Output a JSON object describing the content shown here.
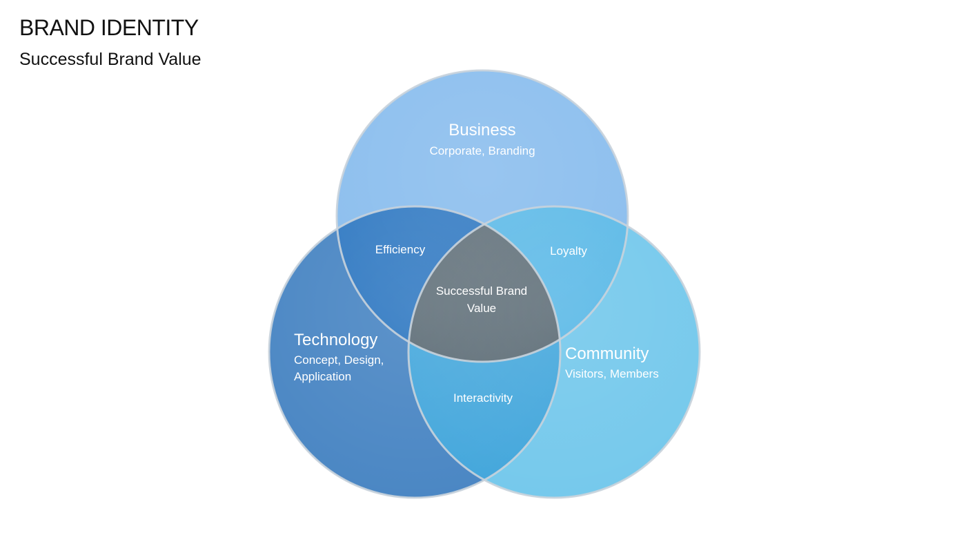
{
  "header": {
    "title": "BRAND IDENTITY",
    "subtitle": "Successful Brand Value"
  },
  "circles": {
    "business": {
      "title": "Business",
      "subtitle": "Corporate, Branding",
      "color": "#8dbfee"
    },
    "technology": {
      "title": "Technology",
      "line1": "Concept, Design,",
      "line2": "Application",
      "color": "#4b87c4"
    },
    "community": {
      "title": "Community",
      "subtitle": "Visitors, Members",
      "color": "#76c9ec"
    }
  },
  "intersections": {
    "business_technology": {
      "label": "Efficiency",
      "color": "#3079c2"
    },
    "business_community": {
      "label": "Loyalty",
      "color": "#5bb9e7"
    },
    "technology_community": {
      "label": "Interactivity",
      "color": "#44a7dc"
    },
    "center": {
      "line1": "Successful Brand",
      "line2": "Value",
      "color": "#5a6a74"
    }
  }
}
